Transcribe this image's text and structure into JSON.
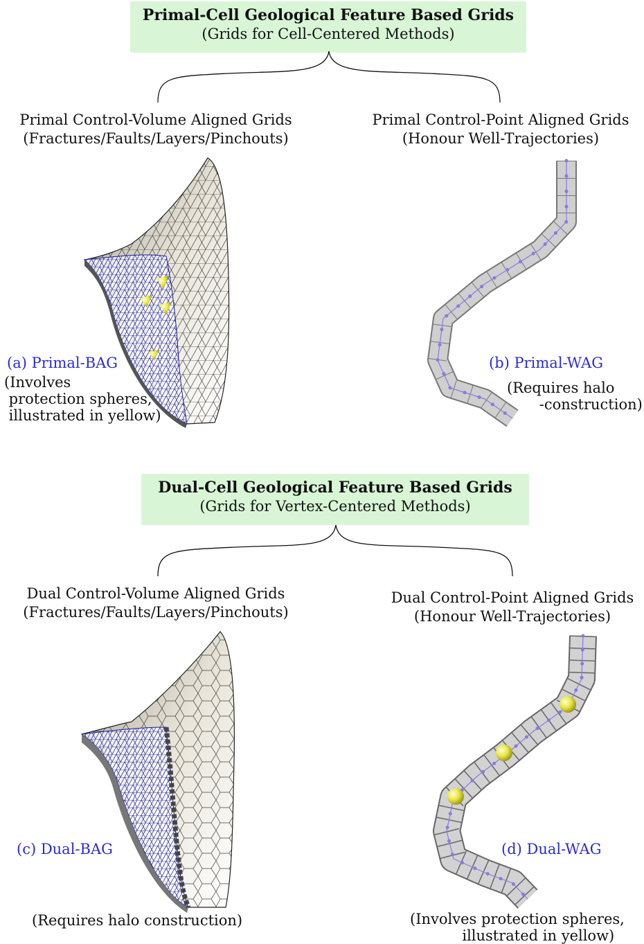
{
  "primal": {
    "title": "Primal-Cell Geological Feature Based Grids",
    "subtitle": "(Grids for Cell-Centered Methods)",
    "left_heading": {
      "line1": "Primal Control-Volume Aligned Grids",
      "line2": "(Fractures/Faults/Layers/Pinchouts)"
    },
    "right_heading": {
      "line1": "Primal Control-Point Aligned Grids",
      "line2": "(Honour Well-Trajectories)"
    },
    "panel_a": {
      "caption": "(a) Primal-BAG",
      "note": [
        "(Involves",
        " protection spheres,",
        " illustrated in yellow)"
      ]
    },
    "panel_b": {
      "caption": "(b) Primal-WAG",
      "note": [
        "(Requires halo",
        "       -construction)"
      ]
    }
  },
  "dual": {
    "title": "Dual-Cell Geological Feature Based Grids",
    "subtitle": "(Grids for Vertex-Centered Methods)",
    "left_heading": {
      "line1": "Dual Control-Volume Aligned Grids",
      "line2": "(Fractures/Faults/Layers/Pinchouts)"
    },
    "right_heading": {
      "line1": "Dual Control-Point Aligned Grids",
      "line2": "(Honour Well-Trajectories)"
    },
    "panel_c": {
      "caption": "(c) Dual-BAG",
      "note": [
        "(Requires halo construction)"
      ]
    },
    "panel_d": {
      "caption": "(d) Dual-WAG",
      "note": [
        "(Involves protection spheres,",
        "  illustrated in yellow)"
      ]
    }
  },
  "colors": {
    "title_box": "#d8f6d6",
    "caption_blue": "#2a2ad8",
    "mesh_blue": "#1c1ca0",
    "sphere_yellow": "#e8e64a",
    "well_point": "#8a7ae0"
  }
}
